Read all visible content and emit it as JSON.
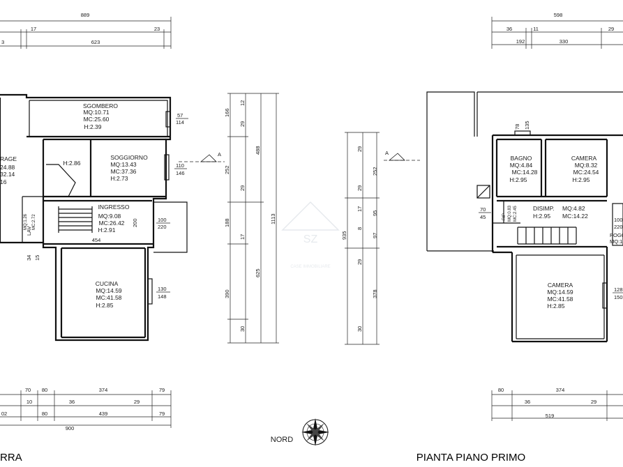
{
  "titles": {
    "left": "RRA",
    "right": "PIANTA PIANO PRIMO",
    "compass": "NORD"
  },
  "watermark": {
    "logo": "SZ",
    "tagline": "CASE IMMOBILIARE"
  },
  "ground_floor": {
    "rooms": [
      {
        "id": "sgombero",
        "lines": [
          "SGOMBERO",
          "MQ:10.71",
          "MC:25.60",
          "H:2.39"
        ]
      },
      {
        "id": "soggiorno",
        "lines": [
          "SOGGIORNO",
          "MQ:13.43",
          "MC:37.36",
          "H:2.73"
        ]
      },
      {
        "id": "stair-h",
        "lines": [
          "H:2.86"
        ]
      },
      {
        "id": "ingresso",
        "lines": [
          "INGRESSO",
          "MQ:9.08",
          "MC:26.42",
          "H:2.91"
        ]
      },
      {
        "id": "cucina",
        "lines": [
          "CUCINA",
          "MQ:14.59",
          "MC:41.58",
          "H:2.85"
        ]
      },
      {
        "id": "garage",
        "lines": [
          "RAGE",
          "24.88",
          "32.14",
          "16"
        ]
      },
      {
        "id": "lav",
        "lines": [
          "LAV",
          "MQ:1.26",
          "MC:2.72"
        ]
      }
    ],
    "window_marks": [
      {
        "id": "w-sgombero",
        "top": "57",
        "bottom": "114"
      },
      {
        "id": "w-soggiorno",
        "top": "110",
        "bottom": "146"
      },
      {
        "id": "w-ingresso",
        "top": "100",
        "bottom": "220"
      },
      {
        "id": "w-cucina",
        "top": "130",
        "bottom": "148"
      }
    ],
    "inner_dims": [
      "200",
      "454",
      "34",
      "15"
    ],
    "top_dims": {
      "overall": "889",
      "sub": [
        "17",
        "23"
      ],
      "inner": [
        "3",
        "623"
      ]
    },
    "bottom_dims": {
      "row1": [
        "70",
        "80",
        "374",
        "79"
      ],
      "row2": [
        "10",
        "36",
        "29"
      ],
      "row3": [
        "02",
        "80",
        "439",
        "79"
      ],
      "overall": "900"
    },
    "side_dims": {
      "outer": [
        "166",
        "12",
        "29",
        "252",
        "29",
        "188",
        "17",
        "390",
        "30"
      ],
      "totals": [
        "488",
        "625",
        "1113"
      ]
    },
    "section_mark": "A"
  },
  "first_floor": {
    "rooms": [
      {
        "id": "bagno",
        "lines": [
          "BAGNO",
          "MQ:4.84",
          "MC:14.28",
          "H:2.95"
        ]
      },
      {
        "id": "camera-1",
        "lines": [
          "CAMERA",
          "MQ:8.32",
          "MC:24.54",
          "H:2.95"
        ]
      },
      {
        "id": "disimp",
        "lines": [
          "DISIMP.",
          "MQ:4.82",
          "H:2.95",
          "MC:14.22"
        ]
      },
      {
        "id": "rip",
        "lines": [
          "RIP",
          "MQ:0.83",
          "MC:2.45"
        ]
      },
      {
        "id": "camera-2",
        "lines": [
          "CAMERA",
          "MQ:14.59",
          "MC:41.58",
          "H:2.85"
        ]
      },
      {
        "id": "pogg",
        "lines": [
          "POGG",
          "MQ:1."
        ]
      }
    ],
    "window_marks": [
      {
        "id": "w-bagno",
        "top": "78",
        "bottom": "135"
      },
      {
        "id": "w-disimp",
        "top": "70",
        "bottom": "45"
      },
      {
        "id": "w-camera-2",
        "top": "128",
        "bottom": "150"
      },
      {
        "id": "w-right",
        "top": "100",
        "bottom": "220"
      }
    ],
    "top_dims": {
      "overall": "598",
      "sub": [
        "36",
        "11",
        "29"
      ],
      "inner": [
        "192",
        "330"
      ]
    },
    "bottom_dims": {
      "row1": [
        "80",
        "374"
      ],
      "row2": [
        "36",
        "29"
      ],
      "row3": [
        "519"
      ]
    },
    "side_dims": {
      "outer": [
        "29",
        "252",
        "29",
        "17",
        "95",
        "8",
        "97",
        "29",
        "378",
        "30"
      ],
      "totals": [
        "935"
      ]
    },
    "section_mark": "A"
  }
}
